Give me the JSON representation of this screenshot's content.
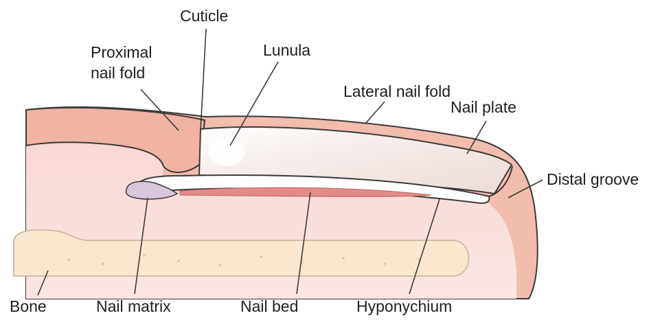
{
  "labels": {
    "cuticle": "Cuticle",
    "proximal_nail_fold": "Proximal\nnail fold",
    "lunula": "Lunula",
    "lateral_nail_fold": "Lateral nail fold",
    "nail_plate": "Nail plate",
    "distal_groove": "Distal groove",
    "bone": "Bone",
    "nail_matrix": "Nail matrix",
    "nail_bed": "Nail bed",
    "hyponychium": "Hyponychium"
  },
  "colors": {
    "background": "#ffffff",
    "skin_outer": "#f0b8a8",
    "skin_inner": "#f8dcd6",
    "tissue": "#f6d4d2",
    "nail_plate": "#f5eeea",
    "nail_bed": "#e48c8c",
    "bone": "#fbe6cf",
    "matrix": "#d9c7dd",
    "outline": "#3a3a3a"
  }
}
